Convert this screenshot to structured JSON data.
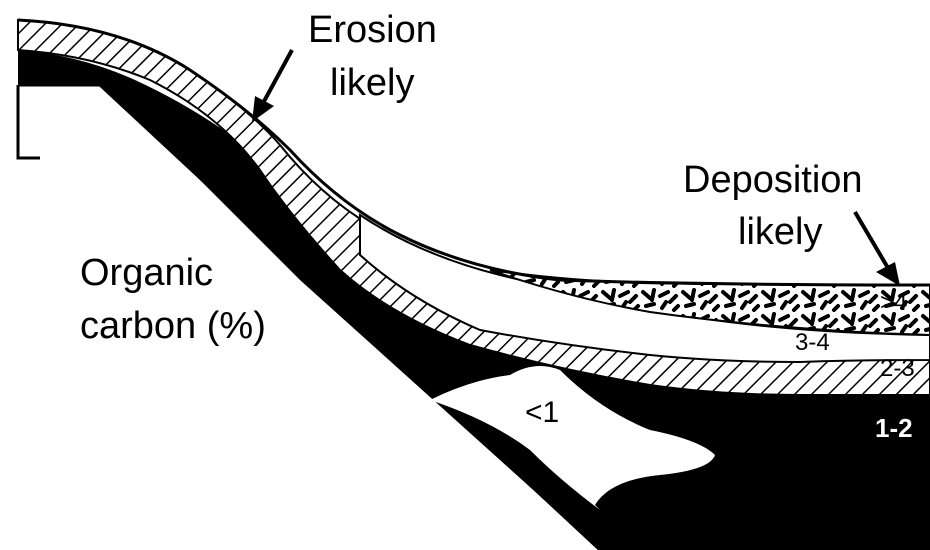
{
  "labels": {
    "erosion_line1": "Erosion",
    "erosion_line2": "likely",
    "deposition_line1": "Deposition",
    "deposition_line2": "likely",
    "organic_line1": "Organic",
    "organic_line2": "carbon (%)"
  },
  "classes": {
    "gt4": ">4",
    "c34": "3-4",
    "c23": "2-3",
    "c12": "1-2",
    "lt1": "<1"
  },
  "colors": {
    "ink": "#000000",
    "paper": "#ffffff"
  }
}
